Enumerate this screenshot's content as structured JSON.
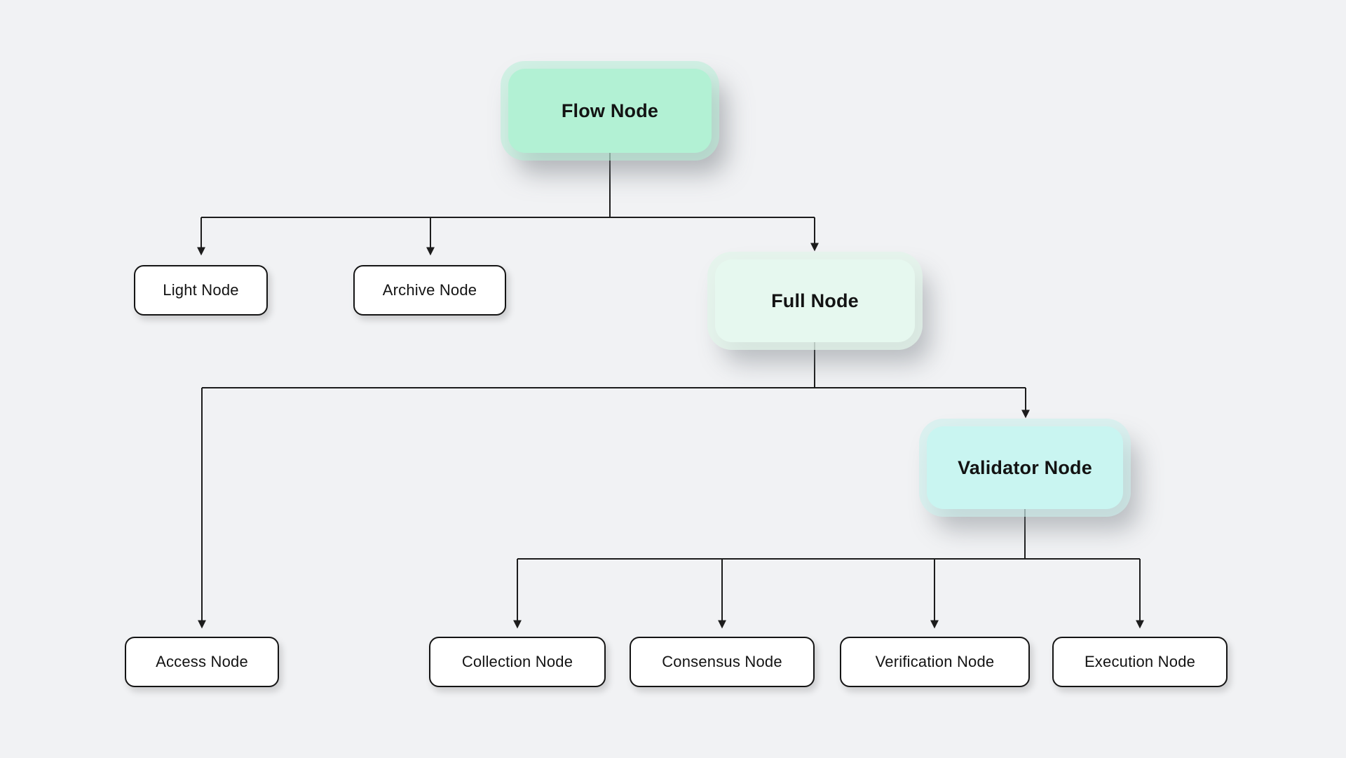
{
  "diagram": {
    "type": "tree",
    "nodes": {
      "flow": {
        "label": "Flow Node",
        "variant": "highlight"
      },
      "light": {
        "label": "Light Node",
        "variant": "plain"
      },
      "archive": {
        "label": "Archive Node",
        "variant": "plain"
      },
      "full": {
        "label": "Full Node",
        "variant": "highlight"
      },
      "access": {
        "label": "Access Node",
        "variant": "plain"
      },
      "validator": {
        "label": "Validator Node",
        "variant": "highlight"
      },
      "collection": {
        "label": "Collection Node",
        "variant": "plain"
      },
      "consensus": {
        "label": "Consensus Node",
        "variant": "plain"
      },
      "verification": {
        "label": "Verification Node",
        "variant": "plain"
      },
      "execution": {
        "label": "Execution Node",
        "variant": "plain"
      }
    },
    "edges": [
      {
        "from": "flow",
        "to": "light"
      },
      {
        "from": "flow",
        "to": "archive"
      },
      {
        "from": "flow",
        "to": "full"
      },
      {
        "from": "full",
        "to": "access"
      },
      {
        "from": "full",
        "to": "validator"
      },
      {
        "from": "validator",
        "to": "collection"
      },
      {
        "from": "validator",
        "to": "consensus"
      },
      {
        "from": "validator",
        "to": "verification"
      },
      {
        "from": "validator",
        "to": "execution"
      }
    ],
    "colors": {
      "background": "#f1f2f4",
      "connector_line": "#1c1c1c",
      "node_border": "#141414",
      "flow_fill": "#b2f1d4",
      "full_fill": "#e6f8ef",
      "validator_fill": "#c9f5f1",
      "plain_fill": "#ffffff",
      "text": "#131313"
    }
  }
}
